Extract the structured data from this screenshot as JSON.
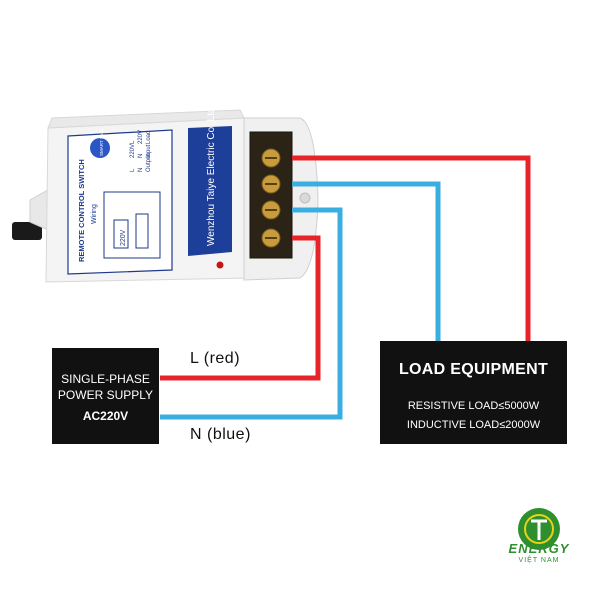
{
  "device": {
    "brand": "Wenzhou Taiye Electric Co.,Ltd.",
    "title": "REMOTE CONTROL SWITCH",
    "wiring_label": "Wiring",
    "voltage_label": "220V",
    "badge": "SMART Study",
    "terminal_notes": [
      "L",
      "N",
      "Output",
      "220V",
      "N",
      "Input",
      "L",
      "220V",
      "Load"
    ]
  },
  "supply": {
    "line1": "SINGLE-PHASE",
    "line2": "POWER SUPPLY",
    "line3": "AC220V"
  },
  "load": {
    "title": "LOAD EQUIPMENT",
    "resistive": "RESISTIVE LOAD≤5000W",
    "inductive": "INDUCTIVE LOAD≤2000W"
  },
  "wires": {
    "live_label": "L  (red)",
    "neutral_label": "N  (blue)",
    "live_color": "#e8232a",
    "neutral_color": "#3aaee0"
  },
  "logo": {
    "name": "ENERGY",
    "sub": "VIỆT NAM",
    "color": "#2f8f2f"
  }
}
